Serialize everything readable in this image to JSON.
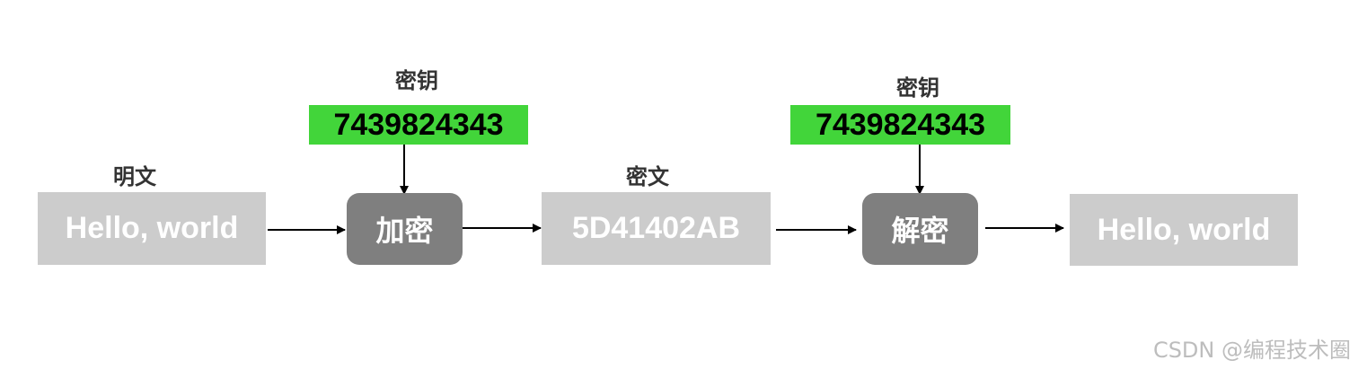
{
  "plaintext_label": "明文",
  "plaintext_value": "Hello, world",
  "encrypt_key_label": "密钥",
  "encrypt_key_value": "7439824343",
  "encrypt_op_label": "加密",
  "ciphertext_label": "密文",
  "ciphertext_value": "5D41402AB",
  "decrypt_key_label": "密钥",
  "decrypt_key_value": "7439824343",
  "decrypt_op_label": "解密",
  "output_value": "Hello, world",
  "watermark": "CSDN @编程技术圈",
  "colors": {
    "data_box": "#cccccc",
    "operation_box": "#7f7f7f",
    "key_box": "#42d53a",
    "label_text": "#333333",
    "arrow": "#000000"
  }
}
